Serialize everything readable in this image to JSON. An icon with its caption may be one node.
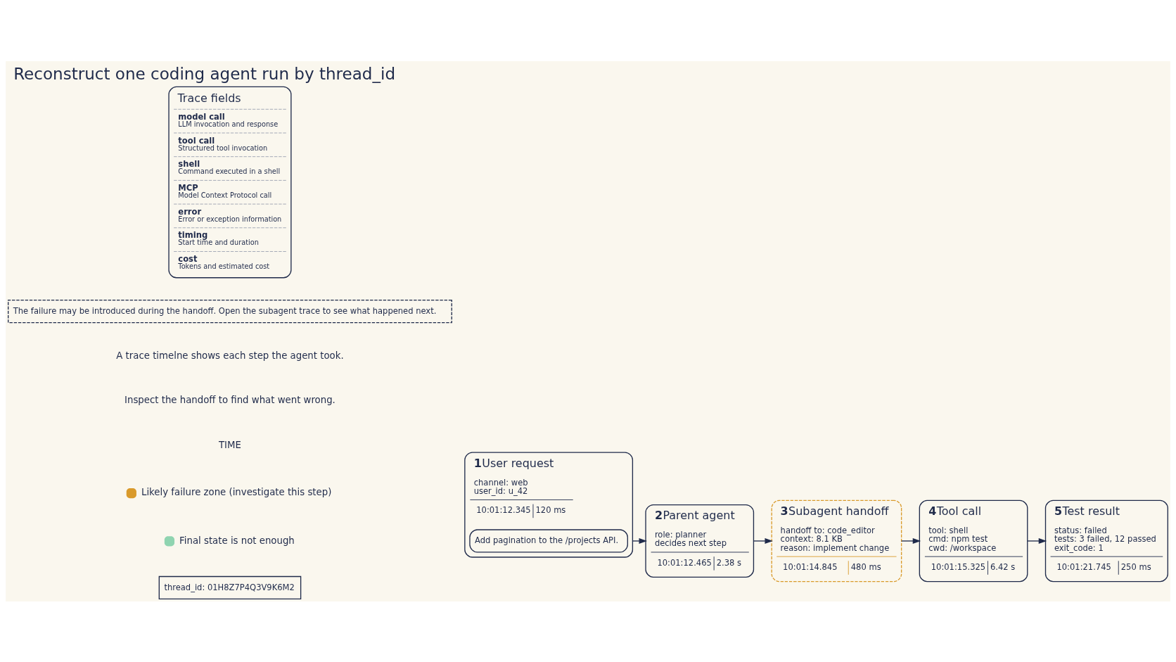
{
  "diagram": {
    "title": "Reconstruct one coding agent run by thread_id",
    "nodes": [
      {
        "text": [
          "thread_id: 01H8Z7P4Q3V9K6M2"
        ]
      },
      {
        "text": [
          "1",
          "User request",
          "channel: web",
          "user_id: u_42",
          "10:01:12.345",
          "120 ms"
        ]
      },
      {
        "text": [
          "Add pagination to the /projects API."
        ],
        "in": 1
      },
      {
        "text": [
          "2",
          "Parent agent",
          "role: planner",
          "decides next step",
          "10:01:12.465",
          "2.38 s"
        ]
      },
      {
        "text": [
          "3",
          "Subagent handoff",
          "handoff to: code_editor",
          "context: 8.1 KB",
          "reason: implement change",
          "10:01:14.845",
          "480 ms"
        ]
      },
      {
        "text": [
          "4",
          "Tool call",
          "tool: shell",
          "cmd: npm test",
          "cwd: /workspace",
          "10:01:15.325",
          "6.42 s"
        ]
      },
      {
        "text": [
          "5",
          "Test result",
          "status: failed",
          "tests: 3 failed, 12 passed",
          "exit_code: 1",
          "10:01:21.745",
          "250 ms"
        ]
      },
      {
        "text": [
          "The failure may be introduced during the handoff. Open the subagent trace to see what happened next."
        ]
      },
      {
        "text": [
          "Trace fields",
          "model call",
          "LLM invocation and response",
          "tool call",
          "Structured tool invocation",
          "shell",
          "Command executed in a shell",
          "MCP",
          "Model Context Protocol call",
          "error",
          "Error or exception information",
          "timing",
          "Start time and duration",
          "cost",
          "Tokens and estimated cost"
        ]
      }
    ],
    "edges": [
      {
        "from": 1,
        "to": 3,
        "arrow": "to"
      },
      {
        "from": 3,
        "to": 4,
        "arrow": "to"
      },
      {
        "from": 4,
        "to": 5,
        "arrow": "to"
      },
      {
        "from": 5,
        "to": 6,
        "arrow": "to"
      }
    ],
    "labels": [
      "A trace timelne shows each step the agent took.",
      "Inspect the handoff to find what went wrong.",
      "TIME"
    ],
    "legend": [
      {
        "text": "Likely failure zone (investigate this step)",
        "color": "#d99a2b"
      },
      {
        "text": "Final state is not enough",
        "color": "#8fd4b0"
      }
    ]
  }
}
